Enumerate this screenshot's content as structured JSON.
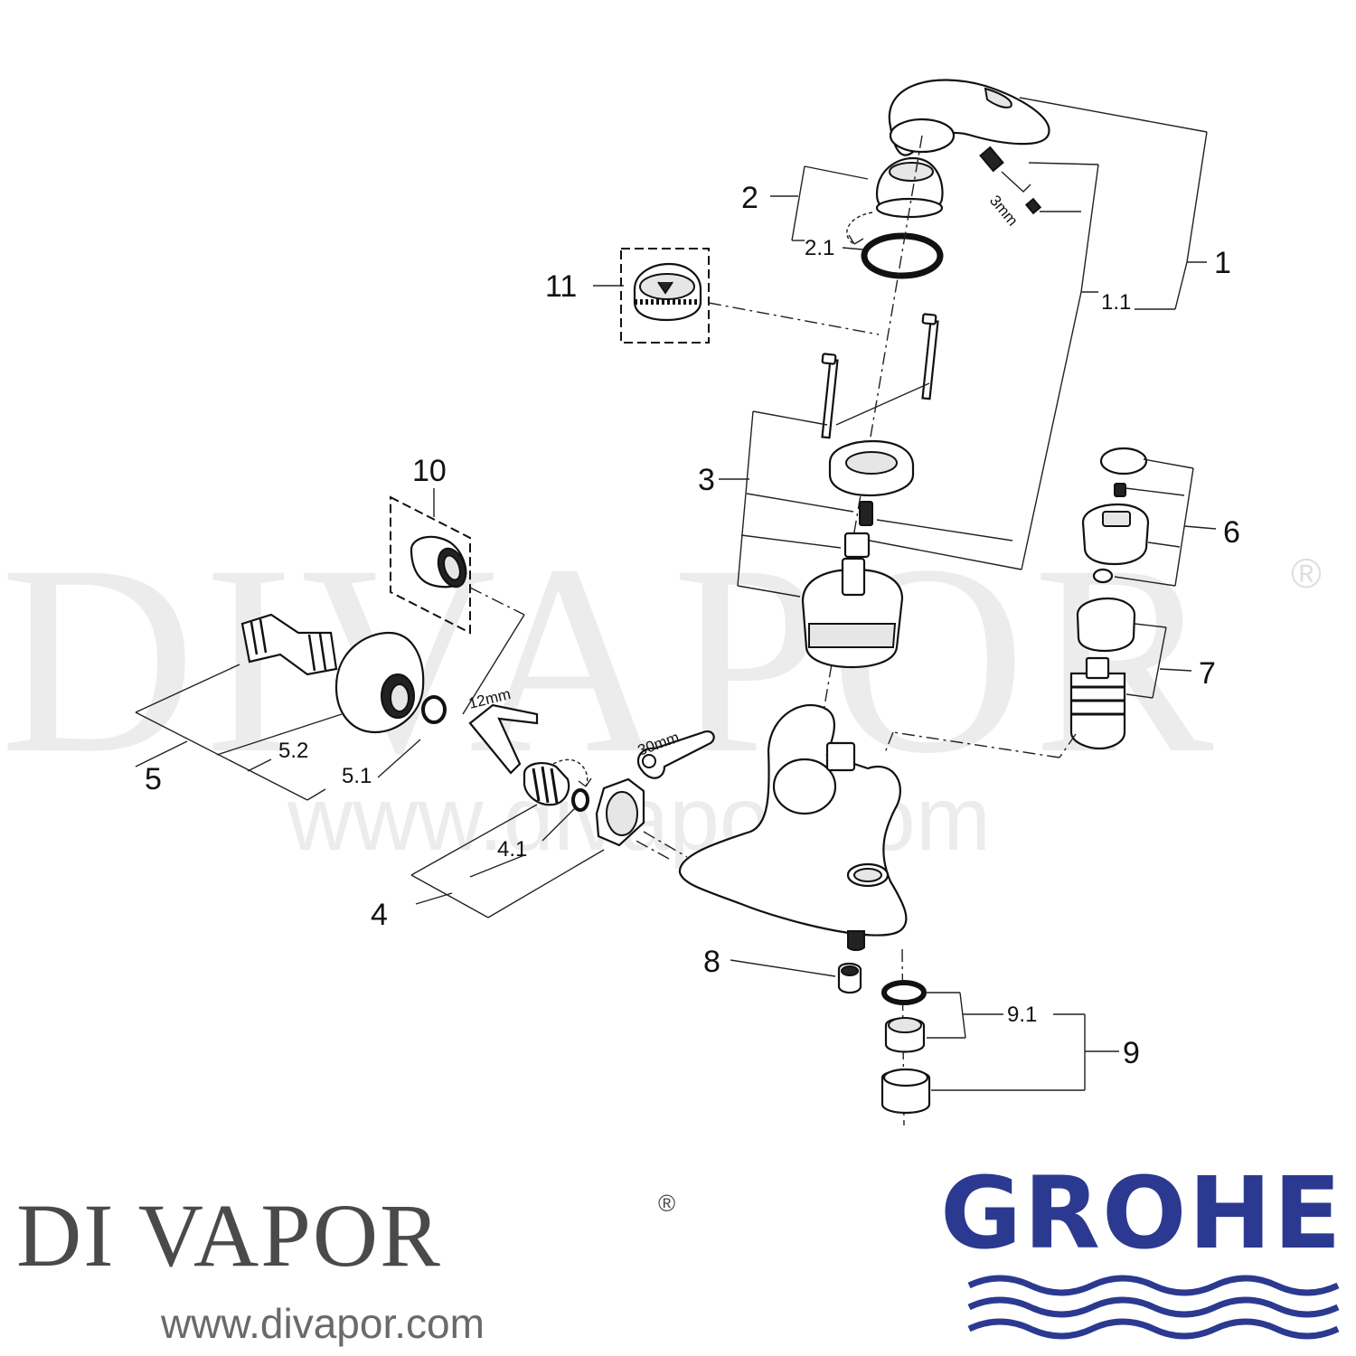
{
  "watermark": {
    "text": "DIVAPOR",
    "registered": "®",
    "url": "www.divapor.com"
  },
  "callouts": {
    "c1": "1",
    "c1_1": "1.1",
    "c2": "2",
    "c2_1": "2.1",
    "c3": "3",
    "c4": "4",
    "c4_1": "4.1",
    "c5": "5",
    "c5_1": "5.1",
    "c5_2": "5.2",
    "c6": "6",
    "c7": "7",
    "c8": "8",
    "c9": "9",
    "c9_1": "9.1",
    "c10": "10",
    "c11": "11"
  },
  "tool_labels": {
    "hex_key": "3mm",
    "allen_key": "12mm",
    "spanner": "30mm"
  },
  "branding": {
    "divapor_logo": "DI VAPOR",
    "divapor_registered": "®",
    "divapor_url": "www.divapor.com",
    "grohe_logo": "GROHE"
  },
  "colors": {
    "grohe_blue": "#2b3990",
    "divapor_grey": "#4a4a4a",
    "line": "#111111"
  }
}
